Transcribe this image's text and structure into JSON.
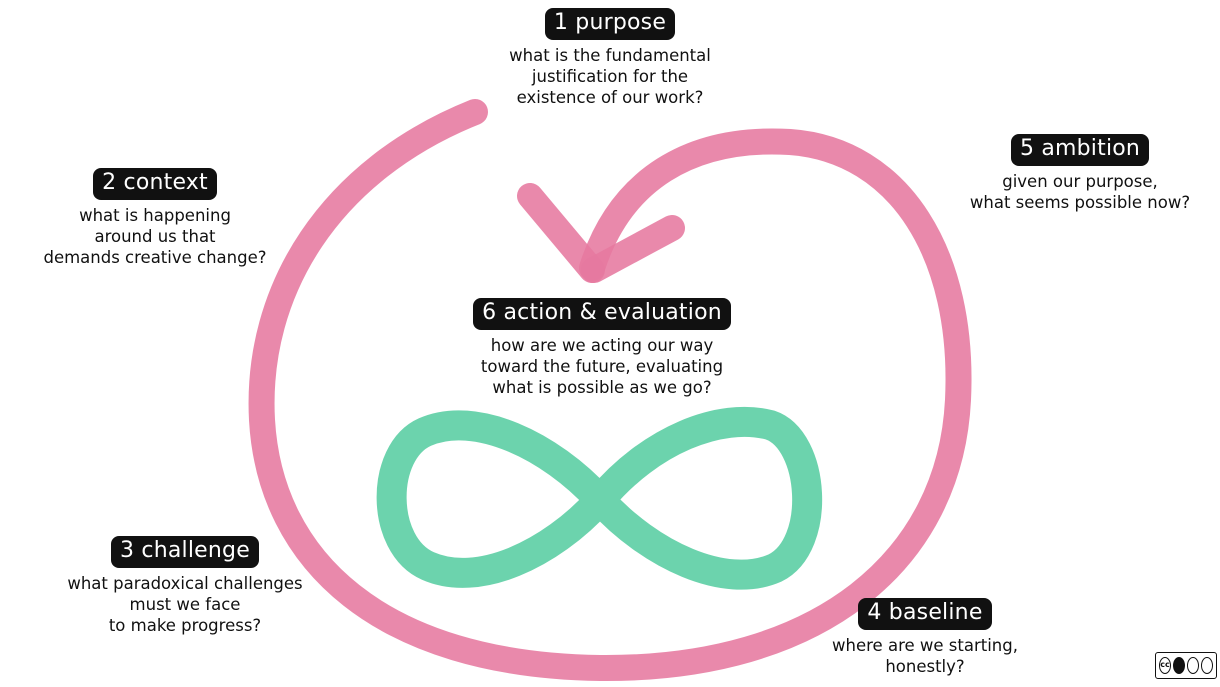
{
  "steps": [
    {
      "label": "1 purpose",
      "question": [
        "what is the fundamental",
        "justification for the",
        "existence of our work?"
      ]
    },
    {
      "label": "2 context",
      "question": [
        "what is happening",
        "around us that",
        "demands creative change?"
      ]
    },
    {
      "label": "3 challenge",
      "question": [
        "what paradoxical challenges",
        "must we face",
        "to make progress?"
      ]
    },
    {
      "label": "4 baseline",
      "question": [
        "where are we starting,",
        "honestly?"
      ]
    },
    {
      "label": "5 ambition",
      "question": [
        "given our purpose,",
        "what seems possible now?"
      ]
    },
    {
      "label": "6 action & evaluation",
      "question": [
        "how are we acting our way",
        "toward the future, evaluating",
        "what is possible as we go?"
      ]
    }
  ],
  "colors": {
    "spiral": "#e6799f",
    "infinity": "#5fcfa6",
    "label_background": "#111111",
    "label_text": "#ffffff"
  },
  "icons": {
    "spiral": "pink-spiral-arrow",
    "infinity": "infinity-loop-icon",
    "license": "creative-commons-badge"
  }
}
